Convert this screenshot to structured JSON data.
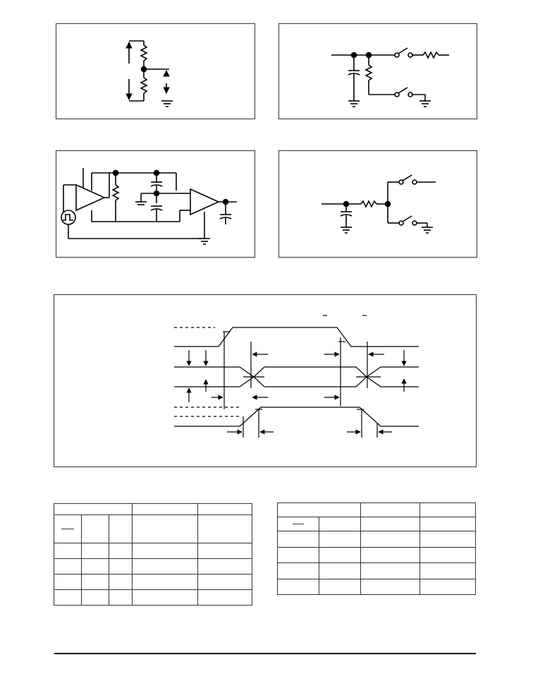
{
  "figures": [
    {
      "name": "voltage-divider-figure"
    },
    {
      "name": "switch-network-figure"
    },
    {
      "name": "sample-hold-amplifier-figure"
    },
    {
      "name": "rc-switch-figure"
    },
    {
      "name": "timing-diagram-figure"
    }
  ],
  "tables": {
    "left": {
      "columns": 5,
      "rows": 6
    },
    "right": {
      "columns": 4,
      "rows": 6
    }
  }
}
